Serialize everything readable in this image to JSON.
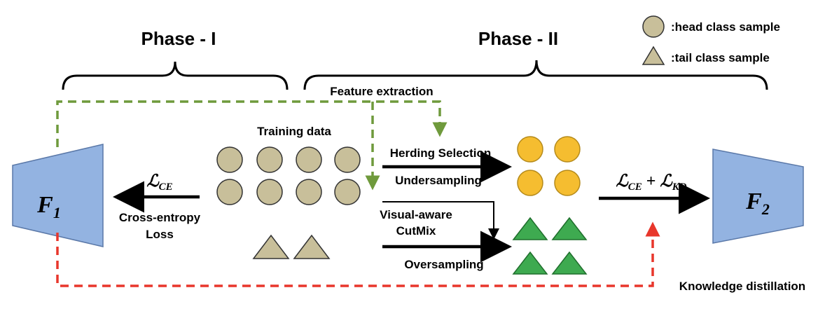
{
  "phases": {
    "phase1": "Phase - I",
    "phase2": "Phase - II"
  },
  "legend": {
    "head": ":head class sample",
    "tail": ":tail class sample"
  },
  "labels": {
    "feature_extraction": "Feature extraction",
    "training_data": "Training data",
    "herding_selection": "Herding Selection",
    "undersampling": "Undersampling",
    "visual_aware_1": "Visual-aware",
    "visual_aware_2": "CutMix",
    "oversampling": "Oversampling",
    "cross_entropy_1": "Cross-entropy",
    "cross_entropy_2": "Loss",
    "knowledge_distillation": "Knowledge distillation"
  },
  "models": {
    "f1": "F",
    "f1_sub": "1",
    "f2": "F",
    "f2_sub": "2"
  },
  "losses": {
    "ce_script": "ℒ",
    "ce_sub": "CE",
    "combined_ce_script": "ℒ",
    "combined_ce_sub": "CE",
    "plus": "+",
    "combined_kd_script": "ℒ",
    "combined_kd_sub": "KD"
  },
  "colors": {
    "head_gray": "#c8bf9a",
    "head_gold": "#f5bd30",
    "tail_gray": "#c8bf9a",
    "tail_green": "#3eaa50",
    "trapezoid": "#93b3e1",
    "dash_green": "#6f9a3c",
    "dash_red": "#e8362b"
  }
}
